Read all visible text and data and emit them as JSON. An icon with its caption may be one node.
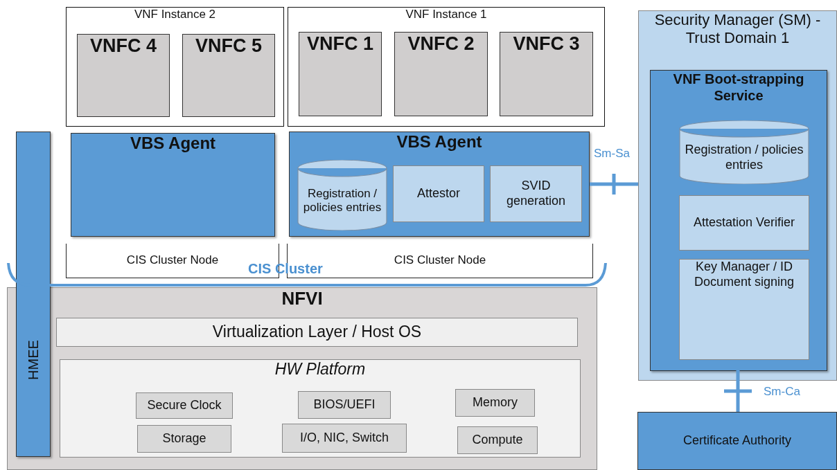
{
  "diagram": {
    "nodes": [
      {
        "text": [
          "VNF Instance 2"
        ]
      },
      {
        "text": [
          "VNFC 4"
        ],
        "in": 0
      },
      {
        "text": [
          "VNFC 5"
        ],
        "in": 0
      },
      {
        "text": [
          "VNF Instance 1"
        ]
      },
      {
        "text": [
          "VNFC 1"
        ],
        "in": 3
      },
      {
        "text": [
          "VNFC 2"
        ],
        "in": 3
      },
      {
        "text": [
          "VNFC 3"
        ],
        "in": 3
      },
      {
        "text": [
          "Security Manager (SM) - Trust Domain 1"
        ]
      },
      {
        "text": [
          "VNF Boot-strapping Service"
        ],
        "in": 7
      },
      {
        "text": [
          "Registration / policies entries"
        ],
        "in": 8
      },
      {
        "text": [
          "Attestation Verifier"
        ],
        "in": 8
      },
      {
        "text": [
          "Key Manager / ID Document signing"
        ],
        "in": 8
      },
      {
        "text": [
          "HMEE"
        ]
      },
      {
        "text": [
          "VBS Agent"
        ]
      },
      {
        "text": [
          "VBS Agent"
        ]
      },
      {
        "text": [
          "Registration / policies entries"
        ],
        "in": 14
      },
      {
        "text": [
          "Attestor"
        ],
        "in": 14
      },
      {
        "text": [
          "SVID generation"
        ],
        "in": 14
      },
      {
        "text": [
          "CIS Cluster Node"
        ]
      },
      {
        "text": [
          "CIS Cluster Node"
        ]
      },
      {
        "text": [
          "NFVI"
        ]
      },
      {
        "text": [
          "Virtualization Layer / Host OS"
        ],
        "in": 20
      },
      {
        "text": [
          "HW Platform"
        ],
        "in": 20
      },
      {
        "text": [
          "Secure Clock"
        ],
        "in": 22
      },
      {
        "text": [
          "BIOS/UEFI"
        ],
        "in": 22
      },
      {
        "text": [
          "Memory"
        ],
        "in": 22
      },
      {
        "text": [
          "Storage"
        ],
        "in": 22
      },
      {
        "text": [
          "I/O, NIC, Switch"
        ],
        "in": 22
      },
      {
        "text": [
          "Compute"
        ],
        "in": 22
      },
      {
        "text": [
          "Certificate Authority"
        ]
      }
    ],
    "edges": [
      {
        "from": 14,
        "to": 7,
        "arrow": "none",
        "label": "Sm-Sa"
      },
      {
        "from": 8,
        "to": 29,
        "arrow": "none",
        "label": "Sm-Ca"
      }
    ],
    "labels": [
      "CIS Cluster"
    ]
  }
}
